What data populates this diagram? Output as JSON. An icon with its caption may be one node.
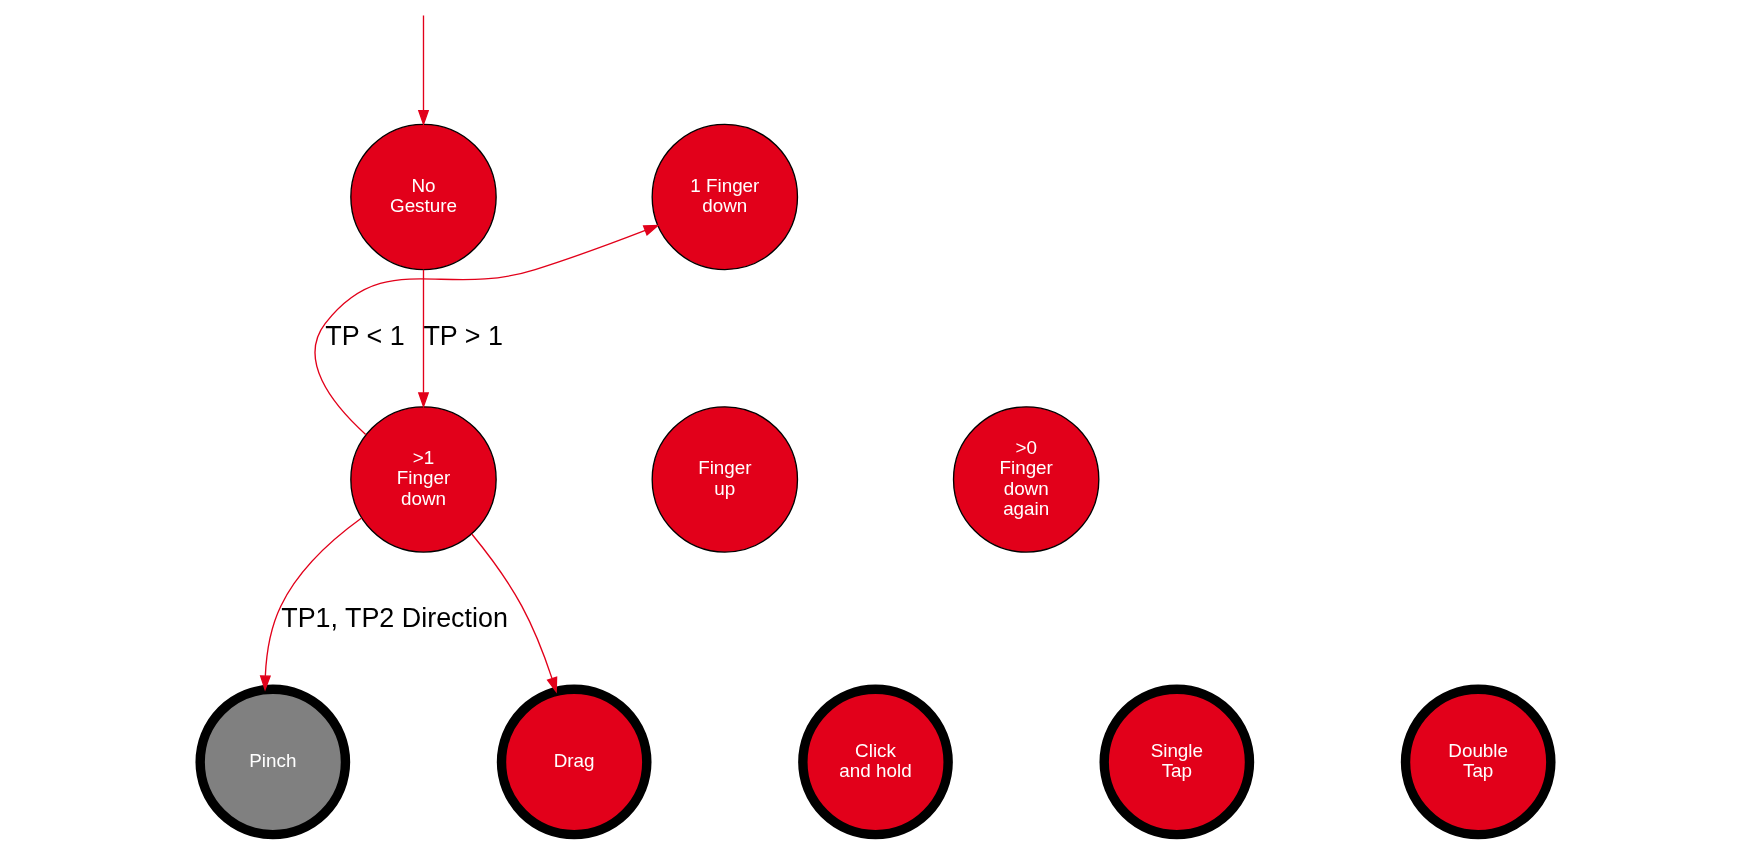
{
  "diagram": {
    "nodes": [
      {
        "text": [
          "No Gesture"
        ]
      },
      {
        "text": [
          "1 Finger down"
        ]
      },
      {
        "text": [
          ">1 Finger down"
        ]
      },
      {
        "text": [
          "Finger up"
        ]
      },
      {
        "text": [
          ">0 Finger down again"
        ]
      },
      {
        "text": [
          "Pinch"
        ]
      },
      {
        "text": [
          "Drag"
        ]
      },
      {
        "text": [
          "Click and hold"
        ]
      },
      {
        "text": [
          "Single Tap"
        ]
      },
      {
        "text": [
          "Double Tap"
        ]
      }
    ],
    "edges": [
      {
        "from": null,
        "to": 0,
        "arrow": "to"
      },
      {
        "from": 0,
        "to": 2,
        "arrow": "to",
        "label": "TP > 1"
      },
      {
        "from": 2,
        "to": 1,
        "arrow": "to",
        "label": "TP < 1"
      },
      {
        "from": 2,
        "to": 5,
        "arrow": "to",
        "label": "TP1, TP2 Direction"
      },
      {
        "from": 2,
        "to": 6,
        "arrow": "to"
      }
    ]
  }
}
